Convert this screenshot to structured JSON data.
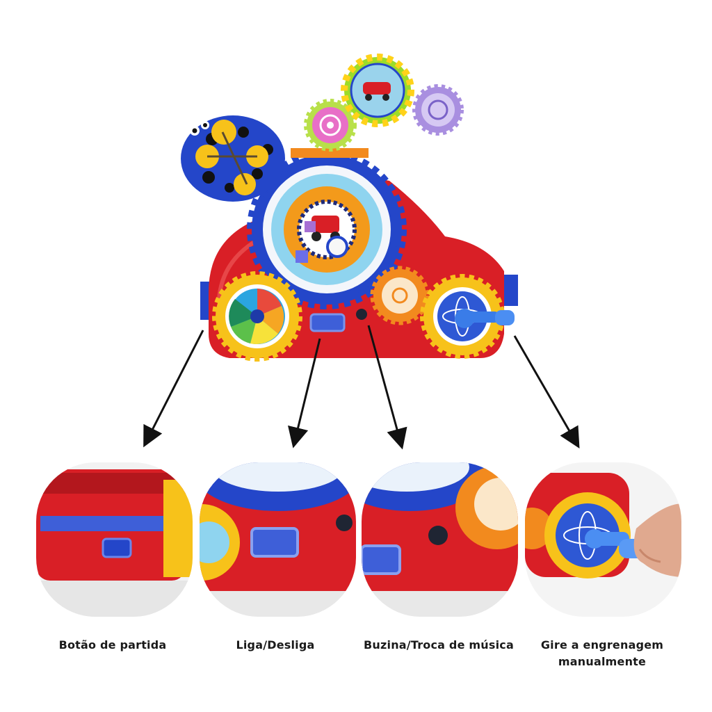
{
  "captions": [
    {
      "label": "Botão de partida"
    },
    {
      "label": "Liga/Desliga"
    },
    {
      "label": "Buzina/Troca de música"
    },
    {
      "label": "Gire a engrenagem manualmente"
    }
  ],
  "colors": {
    "body_red": "#d91f26",
    "gear_blue": "#2446c9",
    "gear_yellow": "#f7c21a",
    "gear_orange": "#f28a1e",
    "gear_green": "#9bdc2a",
    "gear_pink": "#e86fc7",
    "gear_lavender": "#a98fe0"
  },
  "icons": [
    "gear-icon",
    "ladybug-icon",
    "car-icon",
    "crank-handle-icon",
    "arrow-down-icon"
  ]
}
